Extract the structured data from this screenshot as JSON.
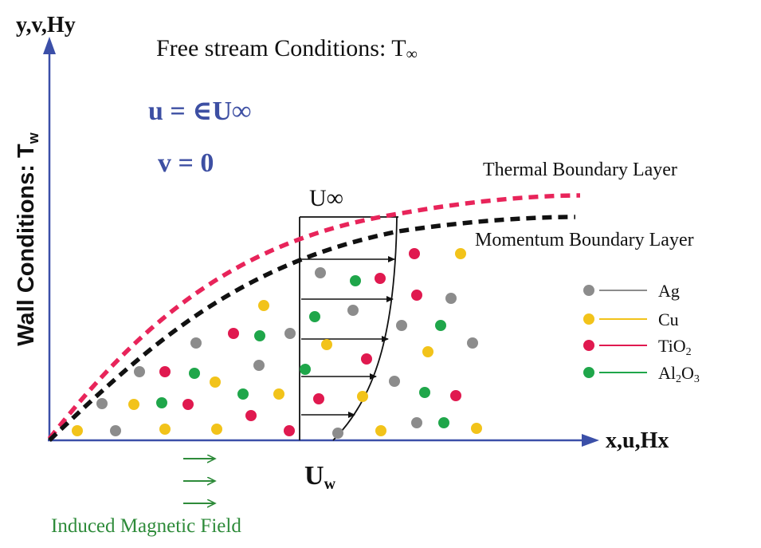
{
  "axes": {
    "y_label": "y,v,Hy",
    "x_label": "x,u,Hx",
    "wall_label": "Wall Conditions: T",
    "wall_sub": "w"
  },
  "free_stream": {
    "text": "Free stream Conditions: T",
    "symbol": "∞"
  },
  "conditions": {
    "u_eq": "u = ∈U∞",
    "v_eq": "v = 0"
  },
  "velocity": {
    "u_inf": "U∞",
    "u_w": "U",
    "u_w_sub": "w"
  },
  "boundary_layers": {
    "thermal_label": "Thermal Boundary Layer",
    "momentum_label": "Momentum Boundary Layer",
    "thermal_color": "#e8245a",
    "momentum_color": "#111111"
  },
  "legend": {
    "ag": {
      "label": "Ag",
      "color": "#8c8c8c"
    },
    "cu": {
      "label": "Cu",
      "color": "#f2c31a"
    },
    "tio2": {
      "label": "TiO",
      "sub": "2",
      "color": "#e0194f"
    },
    "al2o3": {
      "label1": "Al",
      "sub1": "2",
      "label2": "O",
      "sub2": "3",
      "color": "#1fa64a"
    }
  },
  "magnetic": {
    "label": "Induced Magnetic Field",
    "color": "#2e8b3a"
  },
  "colors": {
    "axis": "#3b4fa8",
    "equation": "#3d4fa3"
  }
}
